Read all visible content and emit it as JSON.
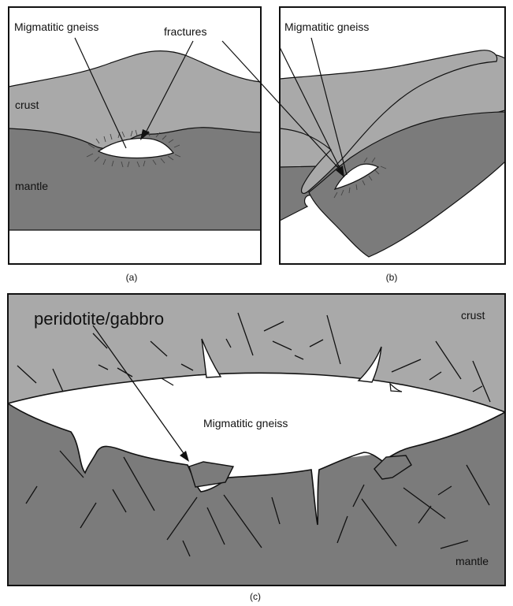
{
  "panel_a": {
    "caption": "(a)",
    "labels": {
      "migmatitic_gneiss": "Migmatitic gneiss",
      "fractures": "fractures",
      "crust": "crust",
      "mantle": "mantle"
    }
  },
  "panel_b": {
    "caption": "(b)",
    "labels": {
      "migmatitic_gneiss": "Migmatitic gneiss"
    }
  },
  "panel_c": {
    "caption": "(c)",
    "labels": {
      "peridotite_gabbro": "peridotite/gabbro",
      "crust": "crust",
      "migmatitic_gneiss": "Migmatitic gneiss",
      "mantle": "mantle"
    }
  },
  "colors": {
    "crust": "#a9a9a9",
    "mantle": "#7b7b7b",
    "gneiss": "#ffffff",
    "outline": "#111111"
  }
}
